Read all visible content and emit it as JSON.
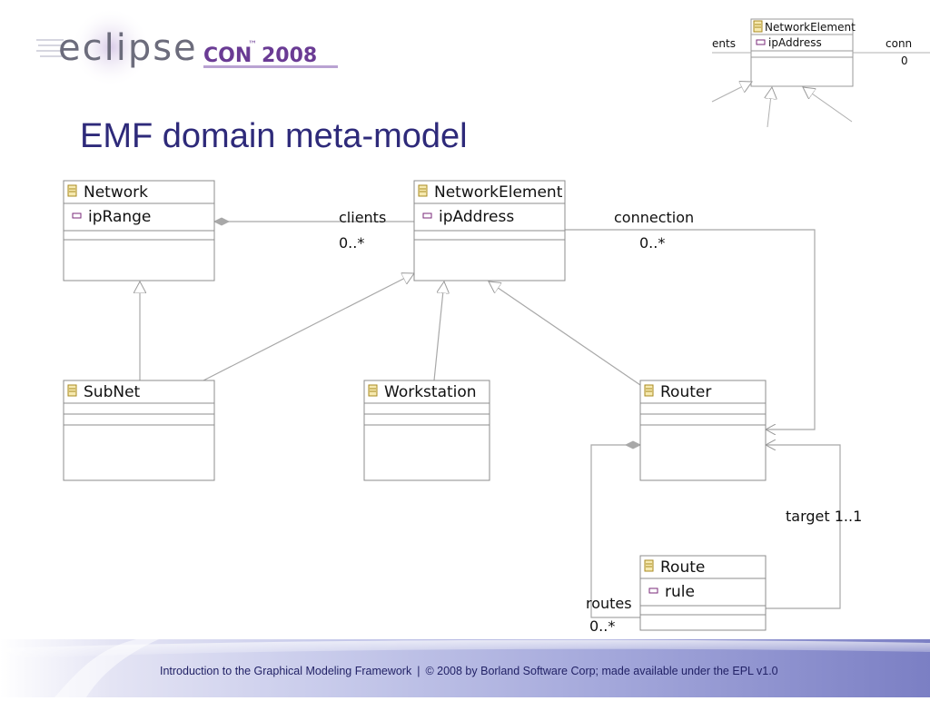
{
  "logo": {
    "wordmark_a": "eclipse",
    "wordmark_b": "CON",
    "trademark": "™",
    "year": "2008"
  },
  "slide": {
    "title": "EMF domain meta-model"
  },
  "thumbnail": {
    "class_name": "NetworkElement",
    "attribute": "ipAddress",
    "left_label": "ents",
    "right_label": "conn",
    "right_mult": "0"
  },
  "diagram": {
    "classes": {
      "network": {
        "name": "Network",
        "attribute": "ipRange"
      },
      "network_element": {
        "name": "NetworkElement",
        "attribute": "ipAddress"
      },
      "subnet": {
        "name": "SubNet"
      },
      "workstation": {
        "name": "Workstation"
      },
      "router": {
        "name": "Router"
      },
      "route": {
        "name": "Route",
        "attribute": "rule"
      }
    },
    "associations": {
      "clients": {
        "role": "clients",
        "multiplicity": "0..*"
      },
      "connection": {
        "role": "connection",
        "multiplicity": "0..*"
      },
      "routes": {
        "role": "routes",
        "multiplicity": "0..*"
      },
      "target": {
        "role": "target 1..1"
      }
    }
  },
  "footer": {
    "left": "Introduction to the Graphical Modeling Framework",
    "separator": "|",
    "right": "© 2008 by Borland Software Corp; made available under the EPL v1.0"
  },
  "colors": {
    "title": "#2e2a7a",
    "uml_border": "#8c8c8c",
    "uml_line": "#a8a8a8",
    "class_icon": "#c9a227",
    "attr_icon": "#7a2a7a",
    "footer_band": "#7b7fc4",
    "logo_purple": "#6a3b94",
    "logo_gray": "#6c6c7c"
  }
}
